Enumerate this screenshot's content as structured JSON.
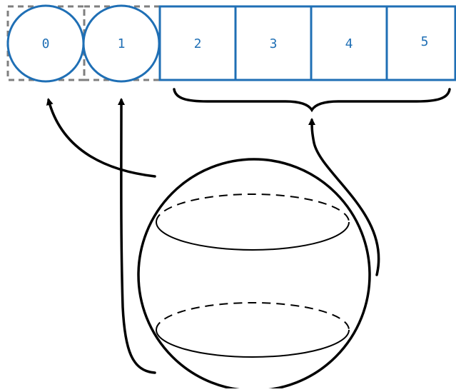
{
  "cells": {
    "c0": "0",
    "c1": "1",
    "c2": "2",
    "c3": "3",
    "c4": "4",
    "c5": "5"
  },
  "colors": {
    "blue": "#1f6fb5",
    "dashed_gray": "#7f7f7f",
    "ink": "#000000"
  }
}
